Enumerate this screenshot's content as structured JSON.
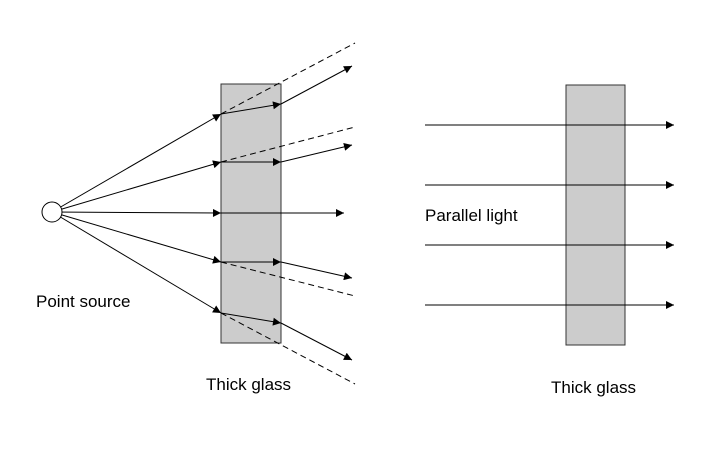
{
  "labels": {
    "point_source": "Point source",
    "thick_glass_left": "Thick glass",
    "parallel_light": "Parallel light",
    "thick_glass_right": "Thick glass"
  },
  "colors": {
    "glass_fill": "#cccccc",
    "glass_stroke": "#333333",
    "ray": "#000000",
    "source_fill": "#ffffff"
  }
}
